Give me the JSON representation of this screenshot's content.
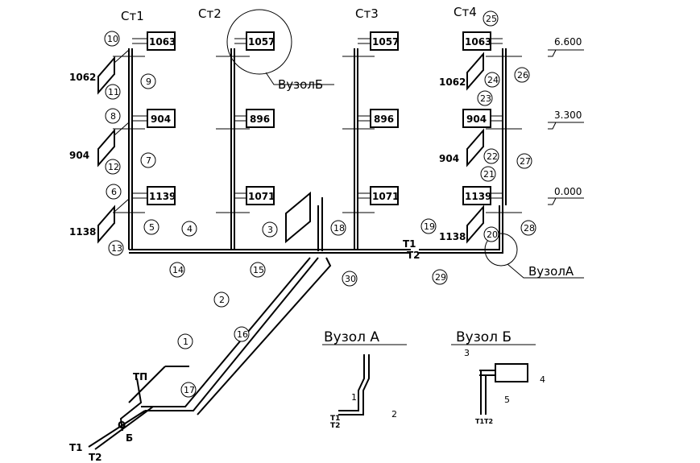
{
  "risers": [
    "Ст1",
    "Ст2",
    "Ст3",
    "Ст4"
  ],
  "levels": [
    "6.600",
    "3.300",
    "0.000"
  ],
  "radiators": {
    "st1": [
      "1063",
      "904",
      "1139"
    ],
    "st2": [
      "1057",
      "896",
      "1071"
    ],
    "st3": [
      "1057",
      "896",
      "1071"
    ],
    "st4": [
      "1063",
      "904",
      "1139"
    ]
  },
  "side_radiators": {
    "st1": [
      "1062",
      "904",
      "1138"
    ],
    "st4": [
      "1062",
      "904",
      "1138"
    ]
  },
  "node_refs": {
    "a": "ВузолА",
    "b": "ВузолБ"
  },
  "detail_titles": {
    "a": "Вузол  А",
    "b": "Вузол  Б"
  },
  "callouts": [
    "1",
    "2",
    "3",
    "4",
    "5",
    "6",
    "7",
    "8",
    "9",
    "10",
    "11",
    "12",
    "13",
    "14",
    "15",
    "16",
    "17",
    "18",
    "19",
    "20",
    "21",
    "22",
    "23",
    "24",
    "25",
    "26",
    "27",
    "28",
    "29",
    "30"
  ],
  "pipe_labels": {
    "t1": "Т1",
    "t2": "Т2",
    "tp": "ТП",
    "o": "О",
    "b": "Б",
    "t1t2_small": "Т1Т2"
  },
  "detail_a_labels": [
    "1",
    "2"
  ],
  "detail_b_labels": [
    "3",
    "4",
    "5"
  ]
}
